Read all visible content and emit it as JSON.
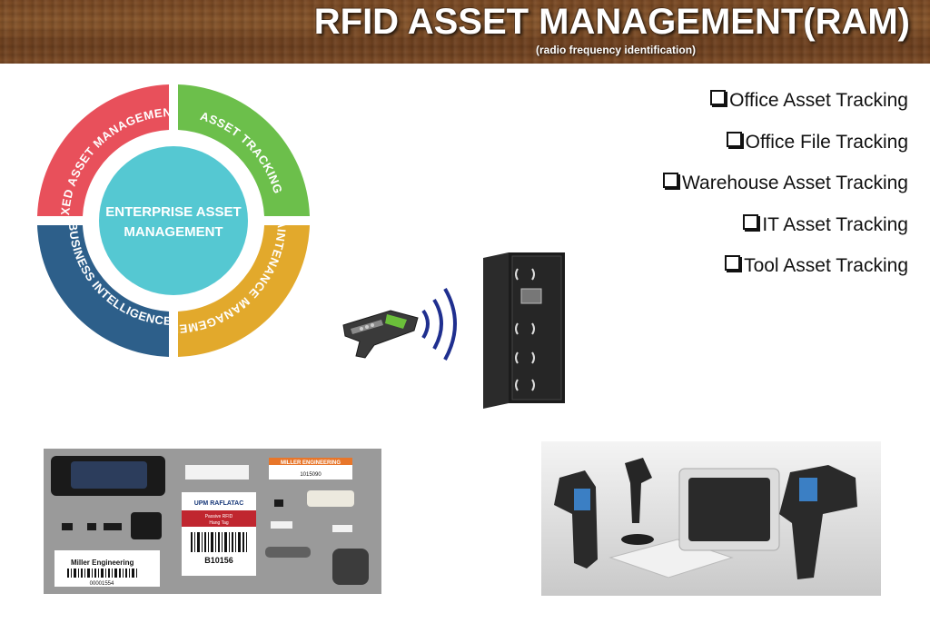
{
  "header": {
    "title": "RFID ASSET MANAGEMENT(RAM)",
    "subtitle": "(radio frequency identification)"
  },
  "ring": {
    "center": [
      "ENTERPRISE ASSET",
      "MANAGEMENT"
    ],
    "segments": [
      {
        "label": "FIXED ASSET MANAGEMENT",
        "color": "#e8505b"
      },
      {
        "label": "ASSET TRACKING",
        "color": "#6cbf4b"
      },
      {
        "label": "MAINTENANCE MANAGEMENT",
        "color": "#e2a92c"
      },
      {
        "label": "BUSINESS INTELLIGENCE",
        "color": "#2d5f8a"
      }
    ],
    "center_color": "#55c8d2"
  },
  "bullets": [
    "Office Asset Tracking",
    "Office File Tracking",
    "Warehouse Asset Tracking",
    "IT Asset Tracking",
    "Tool Asset Tracking"
  ],
  "tags_photo": {
    "labels": {
      "miller_top": "MILLER ENGINEERING",
      "miller_num": "1015090",
      "upm": "UPM RAFLATAC",
      "upm_sub": "Passive RFID",
      "upm_sub2": "Hang Tag",
      "upm_code": "B10156",
      "miller_bottom": "Miller Engineering",
      "miller_bottom_num": "00001554"
    }
  },
  "icons": {
    "bullet": "square-bullet-icon",
    "waves": "signal-waves-icon",
    "scanner": "handheld-scanner-icon",
    "rack": "server-rack-icon"
  }
}
